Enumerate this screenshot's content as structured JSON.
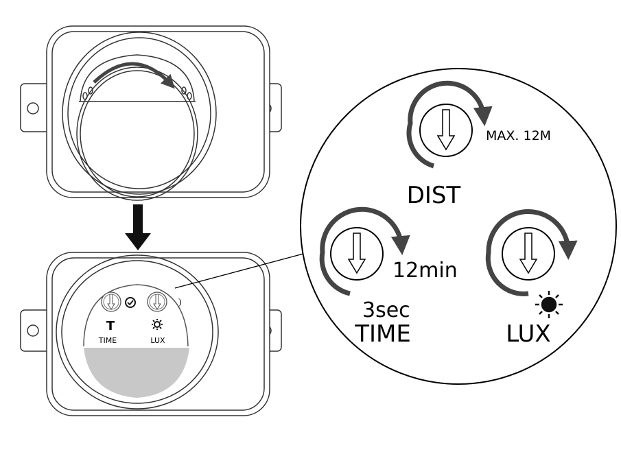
{
  "zoom_view": {
    "dist": {
      "label": "DIST",
      "max_label": "MAX. 12M"
    },
    "time": {
      "label": "TIME",
      "max_label": "12min",
      "min_label": "3sec"
    },
    "lux": {
      "label": "LUX"
    }
  },
  "device_panel": {
    "time_label": "TIME",
    "time_symbol": "T",
    "lux_label": "LUX"
  },
  "colors": {
    "arrow": "#444444",
    "window": "#c8c8c8",
    "outline": "#333333"
  }
}
